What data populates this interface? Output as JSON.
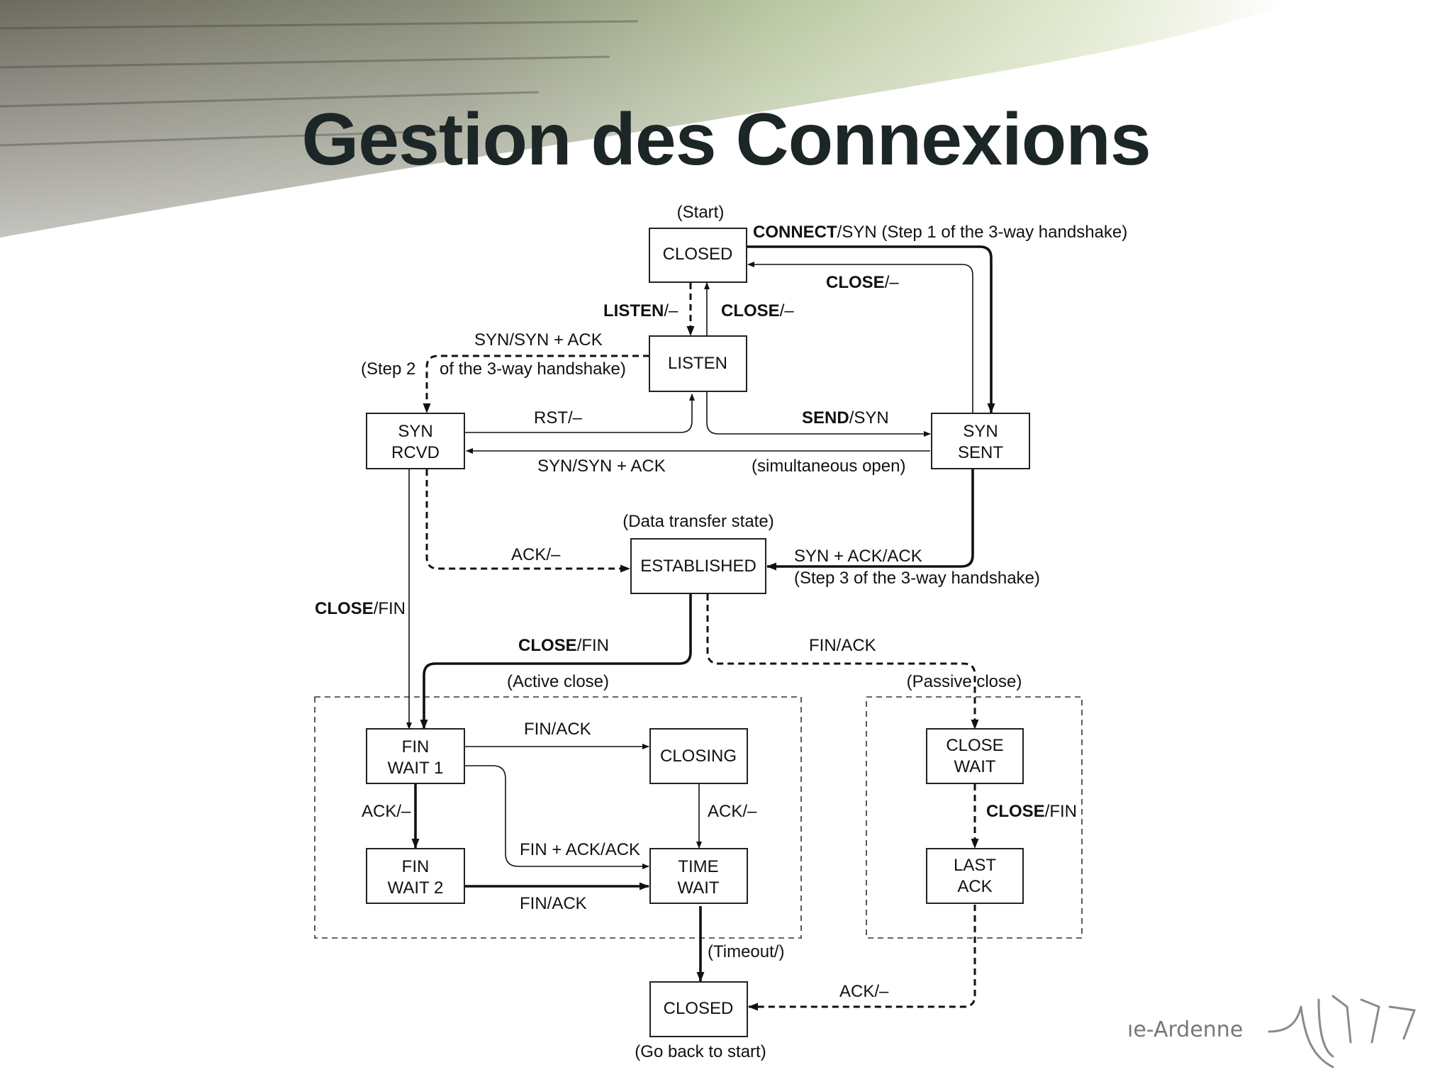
{
  "slide": {
    "title": "Gestion des Connexions"
  },
  "logo": {
    "text": "ıe-Ardenne"
  },
  "states": {
    "closed_top": [
      "CLOSED"
    ],
    "listen": [
      "LISTEN"
    ],
    "syn_rcvd": [
      "SYN",
      "RCVD"
    ],
    "syn_sent": [
      "SYN",
      "SENT"
    ],
    "established": [
      "ESTABLISHED"
    ],
    "fin_wait_1": [
      "FIN",
      "WAIT 1"
    ],
    "fin_wait_2": [
      "FIN",
      "WAIT 2"
    ],
    "closing": [
      "CLOSING"
    ],
    "time_wait": [
      "TIME",
      "WAIT"
    ],
    "close_wait": [
      "CLOSE",
      "WAIT"
    ],
    "last_ack": [
      "LAST",
      "ACK"
    ],
    "closed_bottom": [
      "CLOSED"
    ]
  },
  "annotations": {
    "start": "(Start)",
    "data_transfer": "(Data transfer state)",
    "active_close": "(Active close)",
    "passive_close": "(Passive close)",
    "go_back": "(Go back to start)"
  },
  "transitions": {
    "connect": {
      "event": "CONNECT",
      "action": "/SYN (Step 1 of the 3-way handshake)"
    },
    "close_synsent": {
      "event": "CLOSE",
      "action": "/–"
    },
    "listen": {
      "event": "LISTEN",
      "action": "/–"
    },
    "close_listen": {
      "event": "CLOSE",
      "action": "/–"
    },
    "synsynack_line1": "SYN/SYN + ACK",
    "step2_a": "(Step 2",
    "step2_b": "of the 3-way handshake)",
    "rst": "RST/–",
    "send": {
      "event": "SEND",
      "action": "/SYN"
    },
    "synsynack_sim": "SYN/SYN + ACK",
    "simultaneous": "(simultaneous open)",
    "ack_est": "ACK/–",
    "synack_line1": "SYN + ACK/ACK",
    "synack_line2": "(Step 3 of the 3-way handshake)",
    "close_fin_rcvd": {
      "event": "CLOSE",
      "action": "/FIN"
    },
    "close_fin_est": {
      "event": "CLOSE",
      "action": "/FIN"
    },
    "fin_ack_passive": "FIN/ACK",
    "fin_ack_closing": "FIN/ACK",
    "ack_fw1": "ACK/–",
    "ack_closing": "ACK/–",
    "fin_ack_ack": "FIN + ACK/ACK",
    "fin_ack_fw2": "FIN/ACK",
    "close_fin_cw": {
      "event": "CLOSE",
      "action": "/FIN"
    },
    "timeout": "(Timeout/)",
    "ack_last": "ACK/–"
  }
}
